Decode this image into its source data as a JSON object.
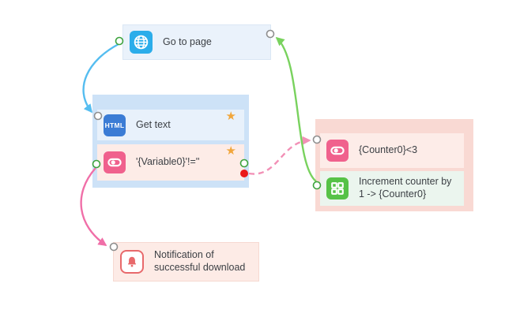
{
  "app": {
    "view": "automation-flow-canvas"
  },
  "nodes": {
    "go_to_page": {
      "label": "Go to page",
      "icon": "globe"
    },
    "get_text": {
      "label": "Get text",
      "icon": "html-badge",
      "starred": true
    },
    "variable_check": {
      "label": "'{Variable0}'!=''",
      "icon": "toggle-condition",
      "starred": true
    },
    "counter_check": {
      "label": "{Counter0}<3",
      "icon": "toggle-condition"
    },
    "increment_counter": {
      "label": "Increment counter by 1 -> {Counter0}",
      "icon": "grid-action"
    },
    "notification": {
      "label": "Notification of successful download",
      "icon": "bell"
    }
  },
  "groups": {
    "main": {
      "contains": [
        "get_text",
        "variable_check"
      ],
      "color": "#cde2f7"
    },
    "loop": {
      "contains": [
        "counter_check",
        "increment_counter"
      ],
      "color": "#f9d9d3"
    }
  },
  "icons": {
    "html_badge_text": "HTML",
    "star_glyph": "★"
  },
  "edges": [
    {
      "from": "go_to_page",
      "to": "get_text",
      "style": "solid",
      "color": "#55bdf0"
    },
    {
      "from": "variable_check",
      "to": "notification",
      "style": "solid",
      "color": "#f06fa8"
    },
    {
      "from": "variable_check_false_port",
      "to": "counter_check",
      "style": "dashed",
      "color": "#f290b6"
    },
    {
      "from": "increment_counter",
      "to": "go_to_page",
      "style": "solid",
      "color": "#79d25e"
    }
  ],
  "colors": {
    "canvas_bg": "#ffffff",
    "globe_icon": "#2badea",
    "html_icon": "#3b7cd5",
    "toggle_icon": "#f0618d",
    "grid_icon": "#56c247",
    "bell_icon": "#e8696b",
    "star": "#f1a63c",
    "port_green": "#3da33d",
    "port_gray": "#8f8f8f",
    "port_red_dot": "#ea1a1a",
    "text": "#3b3f44"
  }
}
